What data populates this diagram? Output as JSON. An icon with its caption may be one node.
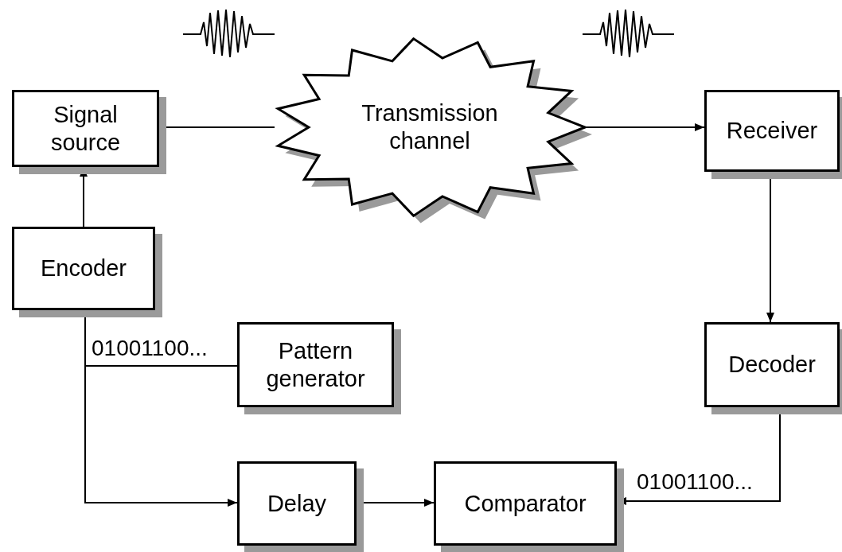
{
  "diagram": {
    "nodes": [
      {
        "text": [
          "Signal source"
        ]
      },
      {
        "text": [
          "Transmission channel"
        ]
      },
      {
        "text": [
          "Receiver"
        ]
      },
      {
        "text": [
          "Encoder"
        ]
      },
      {
        "text": [
          "Pattern generator"
        ]
      },
      {
        "text": [
          "Decoder"
        ]
      },
      {
        "text": [
          "Delay"
        ]
      },
      {
        "text": [
          "Comparator"
        ]
      }
    ],
    "edges": [
      {
        "from": 0,
        "to": 1,
        "arrow": "none"
      },
      {
        "from": 1,
        "to": 2,
        "arrow": "to"
      },
      {
        "from": 2,
        "to": 5,
        "arrow": "to"
      },
      {
        "from": 3,
        "to": 0,
        "arrow": "to"
      },
      {
        "from": 4,
        "to": 3,
        "arrow": "none",
        "label": "01001100..."
      },
      {
        "from": 4,
        "to": 6,
        "arrow": "to"
      },
      {
        "from": 6,
        "to": 7,
        "arrow": "to"
      },
      {
        "from": 5,
        "to": 7,
        "arrow": "to",
        "label": "01001100..."
      }
    ]
  }
}
